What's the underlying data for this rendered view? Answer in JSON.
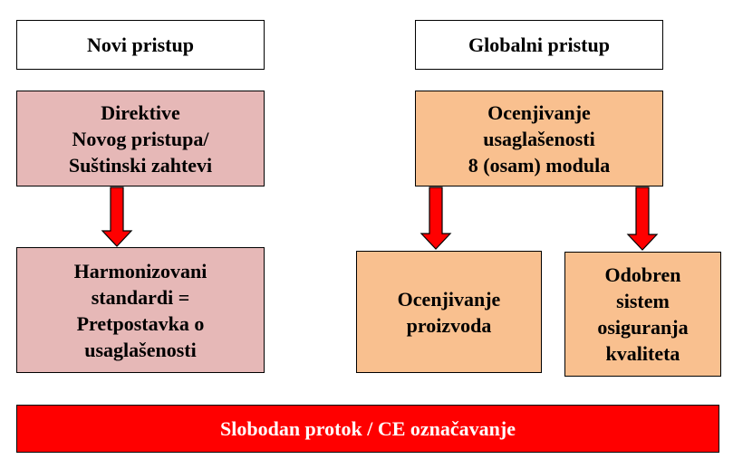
{
  "headers": {
    "left": "Novi pristup",
    "right": "Globalni pristup"
  },
  "boxes": {
    "directives": "Direktive\nNovog pristupa/\nSuštinski zahtevi",
    "conformity_assessment": "Ocenjivanje\nusaglašenosti\n8 (osam) modula",
    "harmonized_standards": "Harmonizovani\nstandardi =\nPretpostavka o\nusaglašenosti",
    "product_assessment": "Ocenjivanje\nproizvoda",
    "quality_system": "Odobren\nsistem\nosiguranja\nkvaliteta"
  },
  "banner": "Slobodan protok / CE označavanje",
  "colors": {
    "pink_fill": "#e6b8b7",
    "orange_fill": "#f9c08f",
    "arrow_red": "#ff0000",
    "banner_red": "#ff0000",
    "border": "#000000"
  }
}
